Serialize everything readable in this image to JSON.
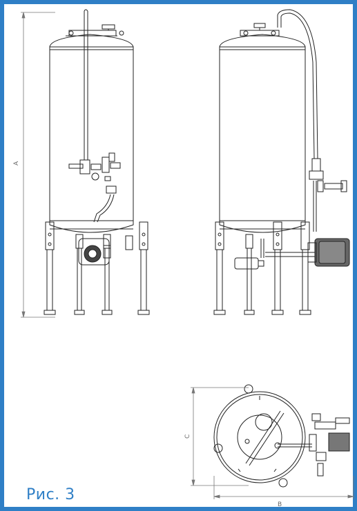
{
  "caption": "Рис. 3",
  "dimensions": {
    "height_label": "A",
    "depth_label": "C",
    "width_label": "B"
  },
  "colors": {
    "frame": "#2f7fc6",
    "line": "#222222",
    "dim": "#777777"
  }
}
